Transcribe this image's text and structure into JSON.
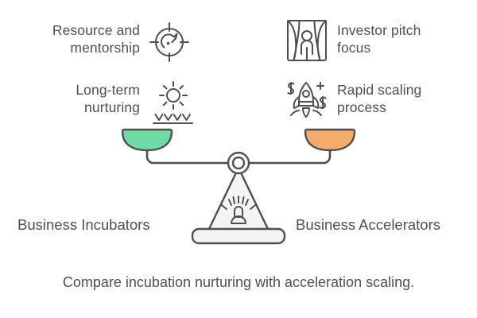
{
  "theme": {
    "background": "#ffffff",
    "stroke": "#4f4f4f",
    "text": "#4f4f4f",
    "pan_left_fill": "#6FDBA6",
    "pan_right_fill": "#F5AC6B",
    "stand_fill": "#f2f2f2"
  },
  "left_side": {
    "items": [
      {
        "label": "Resource and\nmentorship",
        "icon": "target-gauge-icon"
      },
      {
        "label": "Long-term\nnurturing",
        "icon": "sun-seedling-icon"
      }
    ],
    "caption": "Business Incubators"
  },
  "right_side": {
    "items": [
      {
        "label": "Investor pitch\nfocus",
        "icon": "stage-presenter-icon"
      },
      {
        "label": "Rapid scaling\nprocess",
        "icon": "rocket-money-icon"
      }
    ],
    "caption": "Business Accelerators"
  },
  "scale": {
    "icon": "balance-scale-icon",
    "pivot": "pivot-ring-icon",
    "stand_light": "beacon-light-icon"
  },
  "footer": {
    "caption": "Compare incubation nurturing with acceleration scaling."
  }
}
